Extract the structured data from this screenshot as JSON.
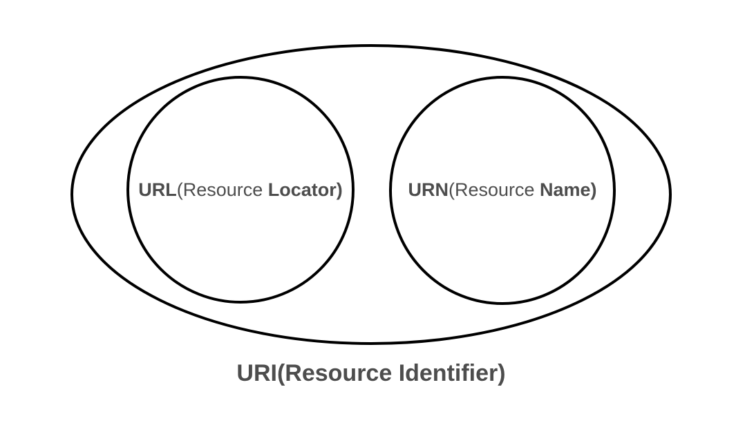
{
  "diagram": {
    "type": "venn-containment",
    "title": "URI(Resource Identifier)",
    "background_color": "#ffffff",
    "stroke_color": "#000000",
    "text_color": "#4d4d4d",
    "outer_set": {
      "name": "uri-set",
      "caption_prefix": "URI",
      "caption_suffix": "(Resource Identifier)",
      "caption_full": "URI(Resource Identifier)"
    },
    "inner_sets": [
      {
        "name": "url-set",
        "abbr": "URL",
        "expansion_open": "(Resource ",
        "expansion_bold": "Locator)",
        "label_full": "URL(Resource Locator)"
      },
      {
        "name": "urn-set",
        "abbr": "URN",
        "expansion_open": "(Resource ",
        "expansion_bold": "Name)",
        "label_full": "URN(Resource Name)"
      }
    ]
  }
}
